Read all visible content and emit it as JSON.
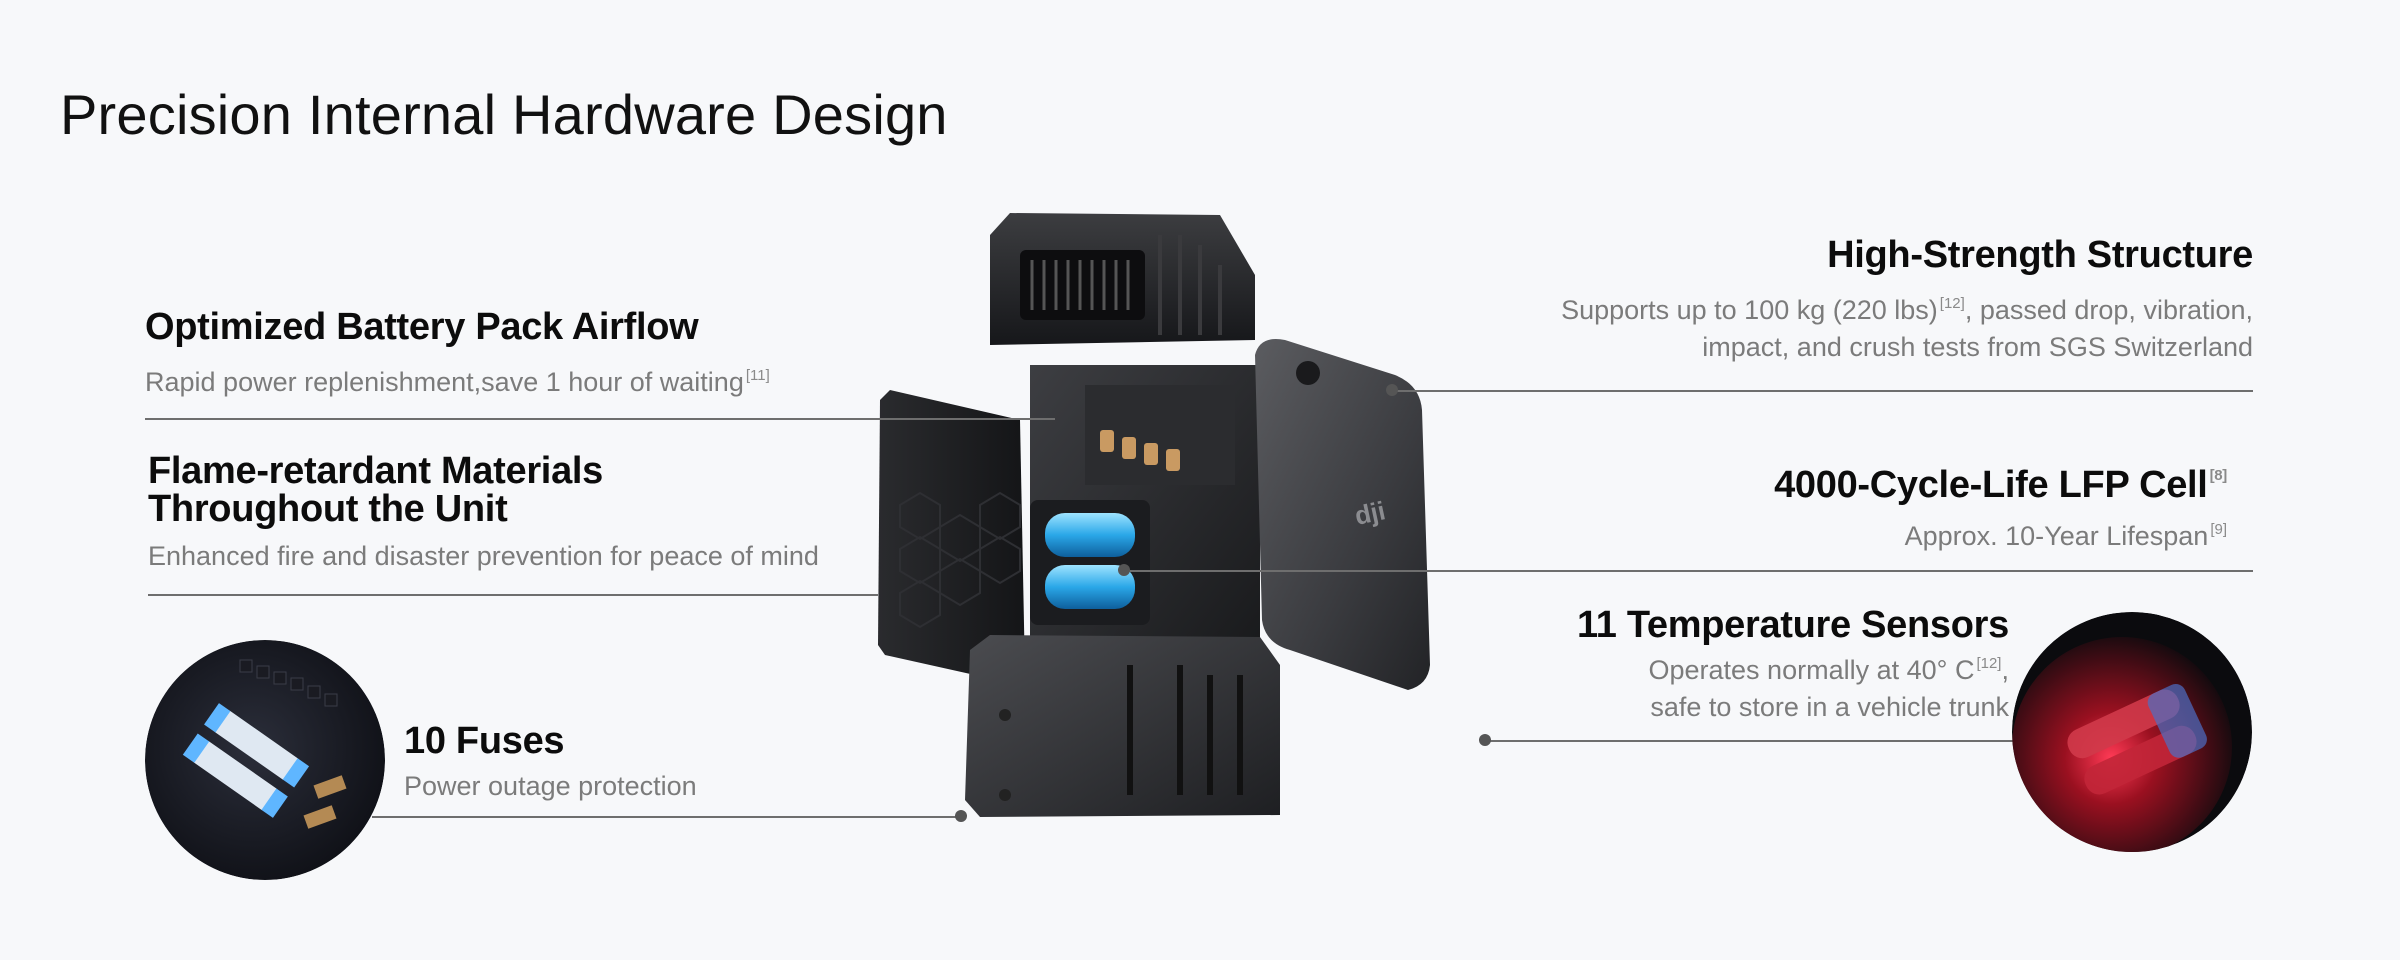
{
  "page": {
    "title": "Precision Internal Hardware Design"
  },
  "features": {
    "airflow": {
      "title": "Optimized Battery Pack Airflow",
      "desc": "Rapid power replenishment,save 1 hour of waiting",
      "ref": "[11]"
    },
    "flame": {
      "title_line1": "Flame-retardant Materials",
      "title_line2": "Throughout the Unit",
      "desc": "Enhanced fire and disaster prevention for peace of mind"
    },
    "fuses": {
      "title": "10 Fuses",
      "desc": "Power outage protection"
    },
    "structure": {
      "title": "High-Strength Structure",
      "desc_part1": "Supports up to 100 kg (220 lbs)",
      "ref": "[12]",
      "desc_part2": ", passed drop, vibration,",
      "desc_line2": "impact, and crush tests from SGS Switzerland"
    },
    "lfp": {
      "title": "4000-Cycle-Life LFP Cell",
      "title_ref": "[8]",
      "desc": "Approx. 10-Year Lifespan",
      "desc_ref": "[9]"
    },
    "temp": {
      "title": "11 Temperature Sensors",
      "desc_part1": "Operates normally at 40° C",
      "ref": "[12]",
      "desc_part2": ",",
      "desc_line2": "safe to store in a vehicle trunk"
    }
  },
  "product": {
    "logo_text": "dji"
  }
}
